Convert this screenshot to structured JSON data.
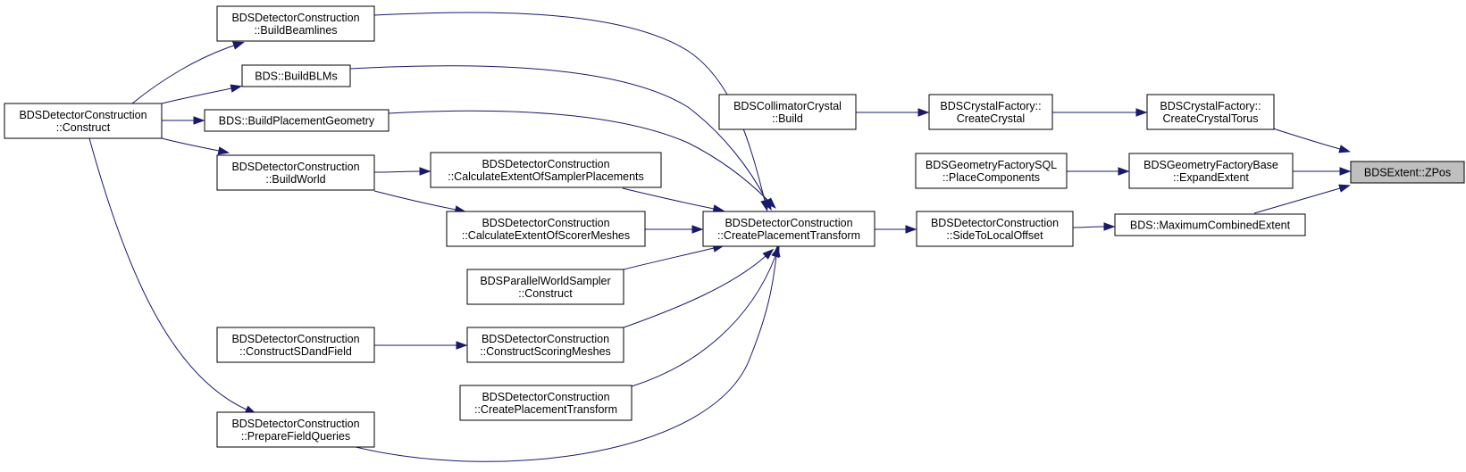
{
  "diagram": {
    "edge_color": "#191970",
    "focus_fill": "#bfbfbf",
    "nodes": [
      {
        "id": "zpos",
        "lines": [
          "BDSExtent::ZPos"
        ],
        "focus": true
      },
      {
        "id": "createCrystalTorus",
        "lines": [
          "BDSCrystalFactory::",
          "CreateCrystalTorus"
        ]
      },
      {
        "id": "expandExtent",
        "lines": [
          "BDSGeometryFactoryBase",
          "::ExpandExtent"
        ]
      },
      {
        "id": "maxCombinedExtent",
        "lines": [
          "BDS::MaximumCombinedExtent"
        ]
      },
      {
        "id": "createCrystal",
        "lines": [
          "BDSCrystalFactory::",
          "CreateCrystal"
        ]
      },
      {
        "id": "placeComponents",
        "lines": [
          "BDSGeometryFactorySQL",
          "::PlaceComponents"
        ]
      },
      {
        "id": "sideToLocalOffset",
        "lines": [
          "BDSDetectorConstruction",
          "::SideToLocalOffset"
        ]
      },
      {
        "id": "collimatorCrystalBuild",
        "lines": [
          "BDSCollimatorCrystal",
          "::Build"
        ]
      },
      {
        "id": "createPlacementTransform",
        "lines": [
          "BDSDetectorConstruction",
          "::CreatePlacementTransform"
        ]
      },
      {
        "id": "calcExtentSampler",
        "lines": [
          "BDSDetectorConstruction",
          "::CalculateExtentOfSamplerPlacements"
        ]
      },
      {
        "id": "calcExtentScorer",
        "lines": [
          "BDSDetectorConstruction",
          "::CalculateExtentOfScorerMeshes"
        ]
      },
      {
        "id": "parallelWorldSampler",
        "lines": [
          "BDSParallelWorldSampler",
          "::Construct"
        ]
      },
      {
        "id": "constructScoringMeshes",
        "lines": [
          "BDSDetectorConstruction",
          "::ConstructScoringMeshes"
        ]
      },
      {
        "id": "createPlacementTransform2",
        "lines": [
          "BDSDetectorConstruction",
          "::CreatePlacementTransform"
        ]
      },
      {
        "id": "buildBeamlines",
        "lines": [
          "BDSDetectorConstruction",
          "::BuildBeamlines"
        ]
      },
      {
        "id": "buildBLMs",
        "lines": [
          "BDS::BuildBLMs"
        ]
      },
      {
        "id": "buildPlacementGeometry",
        "lines": [
          "BDS::BuildPlacementGeometry"
        ]
      },
      {
        "id": "buildWorld",
        "lines": [
          "BDSDetectorConstruction",
          "::BuildWorld"
        ]
      },
      {
        "id": "constructSDandField",
        "lines": [
          "BDSDetectorConstruction",
          "::ConstructSDandField"
        ]
      },
      {
        "id": "prepareFieldQueries",
        "lines": [
          "BDSDetectorConstruction",
          "::PrepareFieldQueries"
        ]
      },
      {
        "id": "construct",
        "lines": [
          "BDSDetectorConstruction",
          "::Construct"
        ]
      }
    ],
    "edges": [
      {
        "from": "createCrystalTorus",
        "to": "zpos"
      },
      {
        "from": "expandExtent",
        "to": "zpos"
      },
      {
        "from": "maxCombinedExtent",
        "to": "zpos"
      },
      {
        "from": "createCrystal",
        "to": "createCrystalTorus"
      },
      {
        "from": "placeComponents",
        "to": "expandExtent"
      },
      {
        "from": "sideToLocalOffset",
        "to": "maxCombinedExtent"
      },
      {
        "from": "collimatorCrystalBuild",
        "to": "createCrystal"
      },
      {
        "from": "createPlacementTransform",
        "to": "sideToLocalOffset"
      },
      {
        "from": "buildBeamlines",
        "to": "createPlacementTransform"
      },
      {
        "from": "buildBLMs",
        "to": "createPlacementTransform"
      },
      {
        "from": "buildPlacementGeometry",
        "to": "createPlacementTransform"
      },
      {
        "from": "calcExtentSampler",
        "to": "createPlacementTransform"
      },
      {
        "from": "calcExtentScorer",
        "to": "createPlacementTransform"
      },
      {
        "from": "parallelWorldSampler",
        "to": "createPlacementTransform"
      },
      {
        "from": "constructScoringMeshes",
        "to": "createPlacementTransform"
      },
      {
        "from": "createPlacementTransform2",
        "to": "createPlacementTransform"
      },
      {
        "from": "prepareFieldQueries",
        "to": "createPlacementTransform"
      },
      {
        "from": "buildWorld",
        "to": "calcExtentSampler"
      },
      {
        "from": "buildWorld",
        "to": "calcExtentScorer"
      },
      {
        "from": "constructSDandField",
        "to": "constructScoringMeshes"
      },
      {
        "from": "construct",
        "to": "buildBeamlines"
      },
      {
        "from": "construct",
        "to": "buildBLMs"
      },
      {
        "from": "construct",
        "to": "buildPlacementGeometry"
      },
      {
        "from": "construct",
        "to": "buildWorld"
      },
      {
        "from": "construct",
        "to": "prepareFieldQueries"
      }
    ]
  }
}
